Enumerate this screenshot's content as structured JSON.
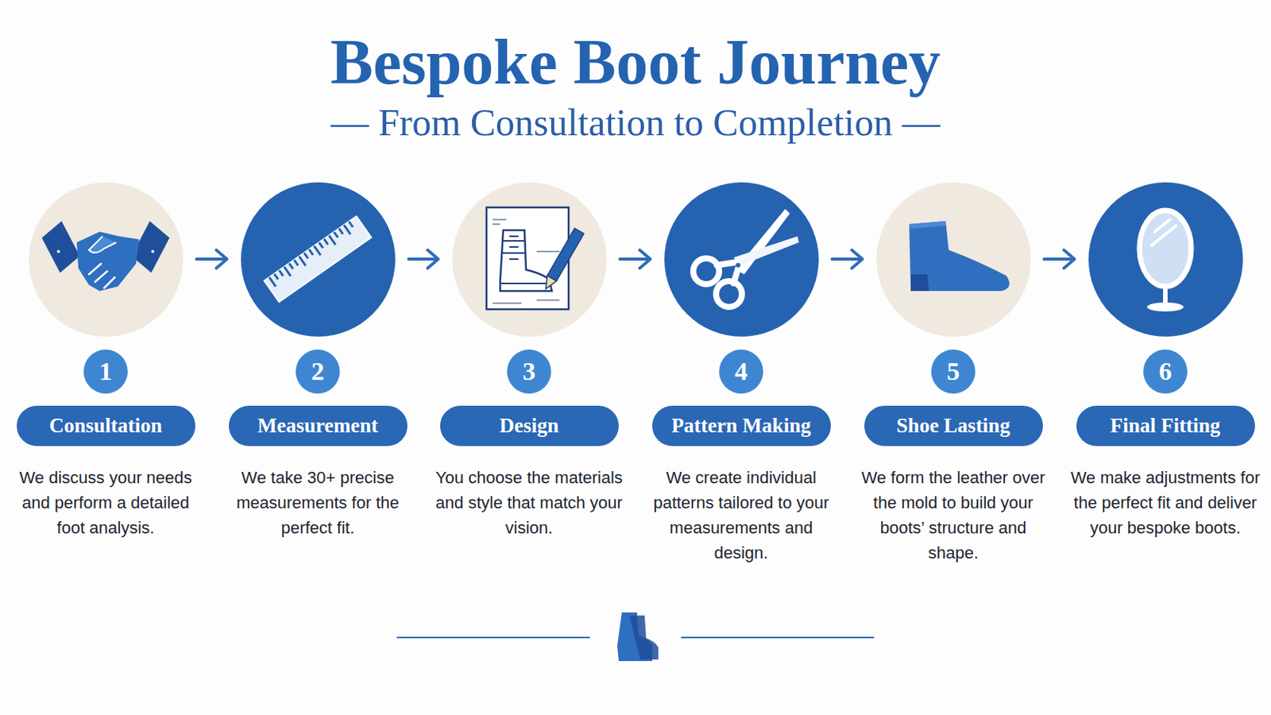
{
  "diagram": {
    "title": "Bespoke Boot Journey",
    "nodes": [
      {
        "text": [
          "1",
          "Consultation",
          "We discuss your needs and perform a detailed foot analysis."
        ]
      },
      {
        "text": [
          "2",
          "Measurement",
          "We take 30+ precise measurements for the perfect fit."
        ]
      },
      {
        "text": [
          "3",
          "Design",
          "You choose the materials and style that match your vision."
        ]
      },
      {
        "text": [
          "4",
          "Pattern Making",
          "We create individual patterns tailored to your measurements and design."
        ]
      },
      {
        "text": [
          "5",
          "Shoe Lasting",
          "We form the leather over the mold to build your boots’ structure and shape."
        ]
      },
      {
        "text": [
          "6",
          "Final Fitting",
          "We make adjustments for the perfect fit and deliver your bespoke boots."
        ]
      }
    ],
    "edges": [
      {
        "from": 0,
        "to": 1,
        "arrow": "to"
      },
      {
        "from": 1,
        "to": 2,
        "arrow": "to"
      },
      {
        "from": 2,
        "to": 3,
        "arrow": "to"
      },
      {
        "from": 3,
        "to": 4,
        "arrow": "to"
      },
      {
        "from": 4,
        "to": 5,
        "arrow": "to"
      }
    ],
    "labels": [
      "— From Consultation to Completion —"
    ]
  }
}
